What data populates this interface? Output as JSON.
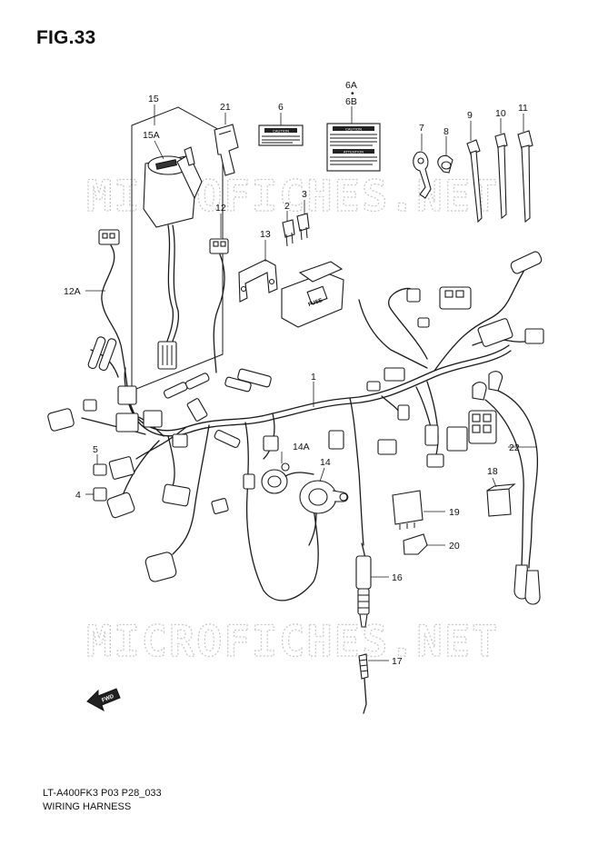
{
  "figure": {
    "title": "FIG.33",
    "code": "LT-A400FK3 P03 P28_033",
    "name": "WIRING HARNESS"
  },
  "watermark": "MICROFICHES.NET",
  "labels": {
    "c1": "1",
    "c2": "2",
    "c3": "3",
    "c4": "4",
    "c5": "5",
    "c6": "6",
    "c6a": "6A",
    "c6b": "6B",
    "c7": "7",
    "c8": "8",
    "c9": "9",
    "c10": "10",
    "c11": "11",
    "c12": "12",
    "c12a": "12A",
    "c13": "13",
    "c14": "14",
    "c14a": "14A",
    "c15": "15",
    "c15a": "15A",
    "c16": "16",
    "c17": "17",
    "c18": "18",
    "c19": "19",
    "c20": "20",
    "c21": "21",
    "c22": "22"
  },
  "decals": {
    "caution": "CAUTION",
    "attention": "ATTENTION",
    "fuse": "FUSE",
    "fwd": "FWD"
  },
  "icons": {
    "fwd_arrow": "fwd-arrow-icon"
  }
}
